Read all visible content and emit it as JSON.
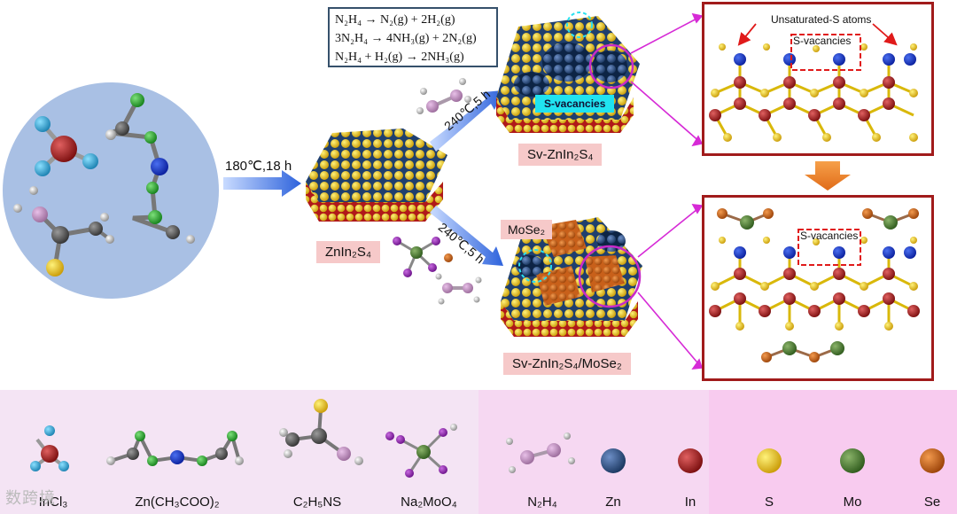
{
  "equations": [
    "N₂H₄ → N₂(g) + 2H₂(g)",
    "3N₂H₄ → 4NH₃(g) + 2N₂(g)",
    "N₂H₄ + H₂(g) → 2NH₃(g)"
  ],
  "steps": {
    "first": "180℃,18 h",
    "upper": "240℃,5 h",
    "lower": "240℃,5 h"
  },
  "products": {
    "znins": "ZnIn₂S₄",
    "sv": "Sv-ZnIn₂S₄",
    "sv_mose2": "Sv-ZnIn₂S₄/MoSe₂",
    "mose2_tag": "MoSe₂",
    "svac_tag": "S-vacancies"
  },
  "panels": {
    "top_unsaturated": "Unsaturated-S atoms",
    "top_svac": "S-vacancies",
    "bottom_svac": "S-vacancies"
  },
  "legend": [
    {
      "label": "InCl₃",
      "icon": "incl3-molecule-icon"
    },
    {
      "label": "Zn(CH₃COO)₂",
      "icon": "zinc-acetate-molecule-icon"
    },
    {
      "label": "C₂H₅NS",
      "icon": "thioacetamide-molecule-icon"
    },
    {
      "label": "Na₂MoO₄",
      "icon": "sodium-molybdate-molecule-icon"
    },
    {
      "label": "N₂H₄",
      "icon": "hydrazine-molecule-icon"
    },
    {
      "label": "Zn",
      "color": "#2f5f9c"
    },
    {
      "label": "In",
      "color": "#b0181a"
    },
    {
      "label": "S",
      "color": "#f2c617"
    },
    {
      "label": "Mo",
      "color": "#4f7f35"
    },
    {
      "label": "Se",
      "color": "#c8601a"
    }
  ],
  "watermark": "数跨境",
  "colors": {
    "zn": "#1f3f6e",
    "in": "#9c1a1a",
    "s": "#f0c419",
    "mo": "#4f7f35",
    "se": "#d06a1e",
    "arrow": "#3b73d8",
    "panel": "#a11b1b"
  }
}
